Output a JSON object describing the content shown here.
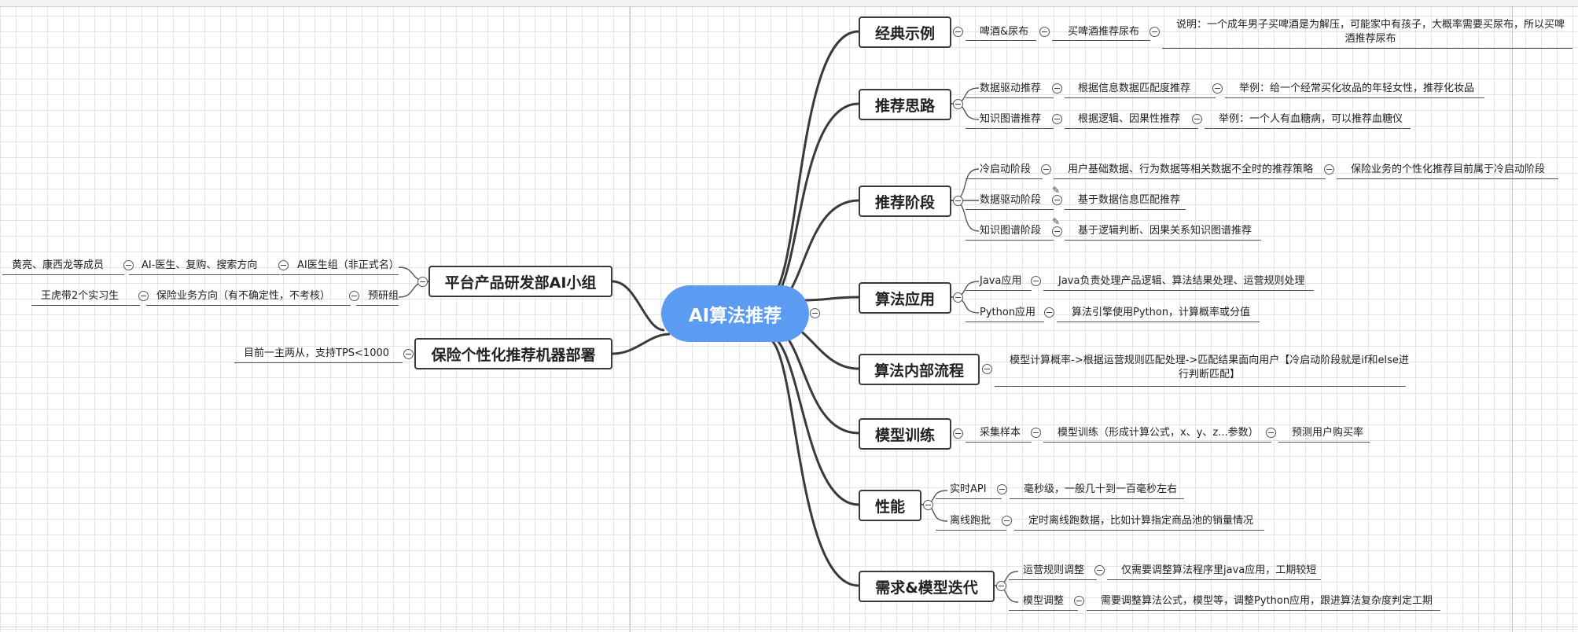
{
  "root": {
    "title": "AI算法推荐"
  },
  "right_branches": [
    {
      "title": "经典示例",
      "items": [
        [
          "啤酒&尿布",
          "买啤酒推荐尿布",
          "说明：一个成年男子买啤酒是为解压，可能家中有孩子，大概率需要买尿布，所以买啤酒推荐尿布"
        ]
      ]
    },
    {
      "title": "推荐思路",
      "items": [
        [
          "数据驱动推荐",
          "根据信息数据匹配度推荐",
          "举例：给一个经常买化妆品的年轻女性，推荐化妆品"
        ],
        [
          "知识图谱推荐",
          "根据逻辑、因果性推荐",
          "举例：一个人有血糖病，可以推荐血糖仪"
        ]
      ]
    },
    {
      "title": "推荐阶段",
      "items": [
        [
          "冷启动阶段",
          "用户基础数据、行为数据等相关数据不全时的推荐策略",
          "保险业务的个性化推荐目前属于冷启动阶段"
        ],
        [
          "数据驱动阶段",
          "基于数据信息匹配推荐"
        ],
        [
          "知识图谱阶段",
          "基于逻辑判断、因果关系知识图谱推荐"
        ]
      ]
    },
    {
      "title": "算法应用",
      "items": [
        [
          "Java应用",
          "Java负责处理产品逻辑、算法结果处理、运营规则处理"
        ],
        [
          "Python应用",
          "算法引擎使用Python，计算概率或分值"
        ]
      ]
    },
    {
      "title": "算法内部流程",
      "items": [
        [
          "模型计算概率->根据运营规则匹配处理->匹配结果面向用户【冷启动阶段就是if和else进行判断匹配】"
        ]
      ]
    },
    {
      "title": "模型训练",
      "items": [
        [
          "采集样本",
          "模型训练（形成计算公式，x、y、z...参数）",
          "预测用户购买率"
        ]
      ]
    },
    {
      "title": "性能",
      "items": [
        [
          "实时API",
          "毫秒级，一般几十到一百毫秒左右"
        ],
        [
          "离线跑批",
          "定时离线跑数据，比如计算指定商品池的销量情况"
        ]
      ]
    },
    {
      "title": "需求&模型迭代",
      "items": [
        [
          "运营规则调整",
          "仅需要调整算法程序里java应用，工期较短"
        ],
        [
          "模型调整",
          "需要调整算法公式，模型等，调整Python应用，跟进算法复杂度判定工期"
        ]
      ]
    }
  ],
  "left_branches": [
    {
      "title": "平台产品研发部AI小组",
      "items": [
        [
          "AI医生组（非正式名）",
          "AI-医生、复购、搜索方向",
          "黄亮、康西龙等成员"
        ],
        [
          "预研组",
          "保险业务方向（有不确定性，不考核）",
          "王虎带2个实习生"
        ]
      ]
    },
    {
      "title": "保险个性化推荐机器部署",
      "items": [
        [
          "目前一主两从，支持TPS<1000"
        ]
      ]
    }
  ],
  "colors": {
    "root_fill": "#5b9cf2",
    "node_border": "#3a3a3a",
    "link": "#3a3a3a",
    "grid": "#e4e4e4"
  }
}
